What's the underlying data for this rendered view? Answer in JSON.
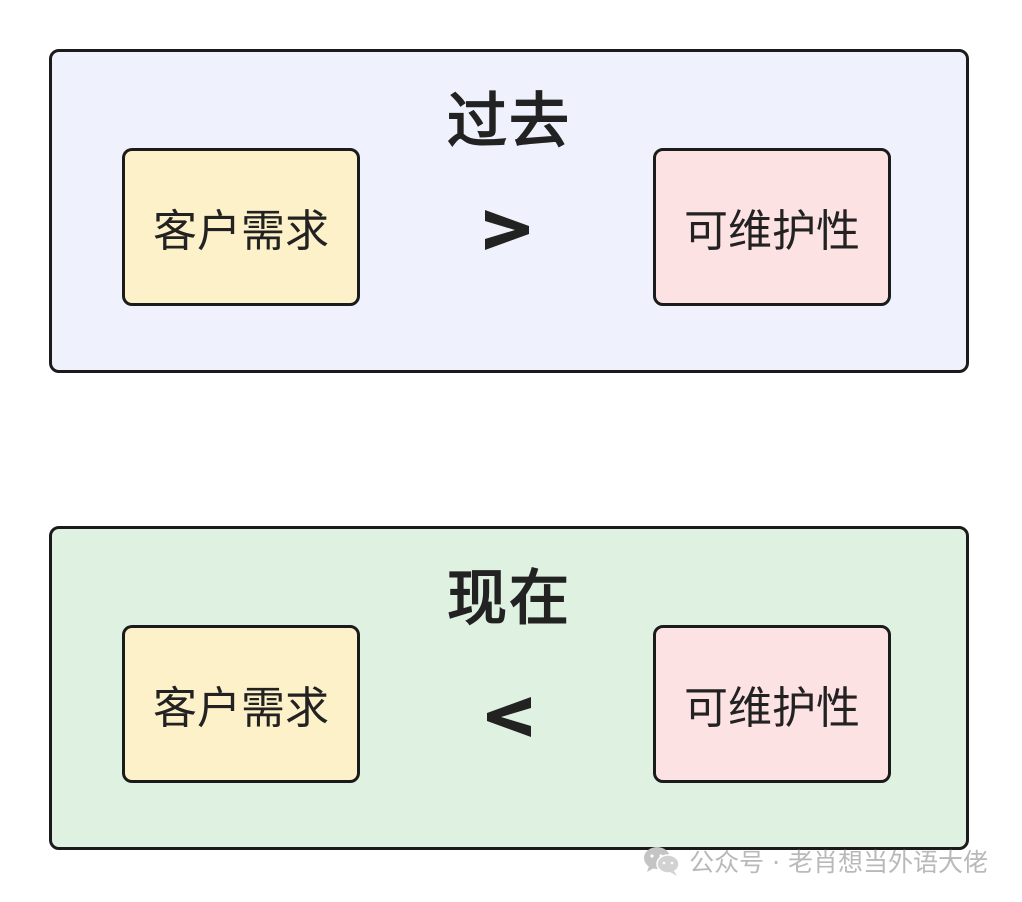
{
  "panels": [
    {
      "title": "过去",
      "left_label": "客户需求",
      "operator": ">",
      "right_label": "可维护性"
    },
    {
      "title": "现在",
      "left_label": "客户需求",
      "operator": "<",
      "right_label": "可维护性"
    }
  ],
  "watermark": {
    "text": "公众号 · 老肖想当外语大佬",
    "icon": "wechat-icon"
  },
  "colors": {
    "past_bg": "#eff2fc",
    "now_bg": "#dff2e1",
    "requirement_box": "#fdf1c9",
    "maintainability_box": "#fde2e4",
    "border": "#1b1b1b"
  }
}
